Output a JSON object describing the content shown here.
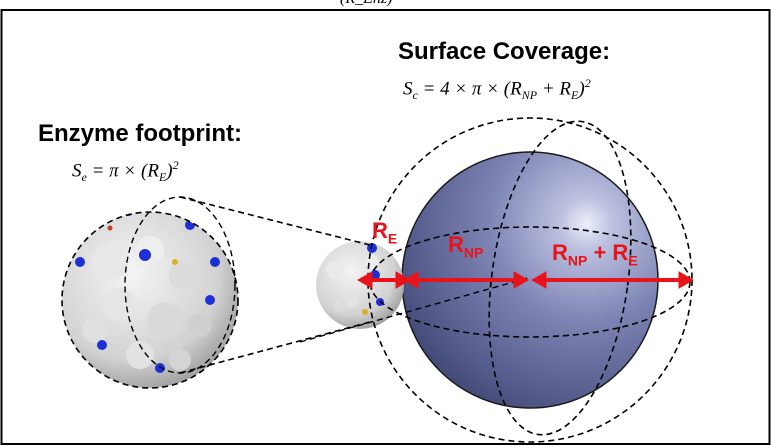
{
  "top_clipped_text": "(R_Enz)",
  "surface_coverage": {
    "heading": "Surface Coverage:",
    "formula_lhs": "S",
    "formula_lhs_sub": "c",
    "formula_rhs_prefix": " = 4 × π × (R",
    "formula_rhs_sub1": "NP",
    "formula_rhs_mid": " + R",
    "formula_rhs_sub2": "E",
    "formula_rhs_suffix": ")",
    "formula_sup": "2"
  },
  "enzyme_footprint": {
    "heading": "Enzyme footprint:",
    "formula_lhs": "S",
    "formula_lhs_sub": "e",
    "formula_rhs_prefix": " = π × (R",
    "formula_rhs_sub": "E",
    "formula_rhs_suffix": ")",
    "formula_sup": "2"
  },
  "labels": {
    "re_main": "R",
    "re_sub": "E",
    "rnp_main": "R",
    "rnp_sub": "NP",
    "rnp_re_main1": "R",
    "rnp_re_sub1": "NP",
    "rnp_re_plus": " + R",
    "rnp_re_sub2": "E"
  },
  "colors": {
    "arrow_red": "#e8141b",
    "nanoparticle": "#6b72a3",
    "enzyme_surface": "#d9d9d9",
    "enzyme_accent_blue": "#1f2fd6",
    "frame": "#000000"
  }
}
